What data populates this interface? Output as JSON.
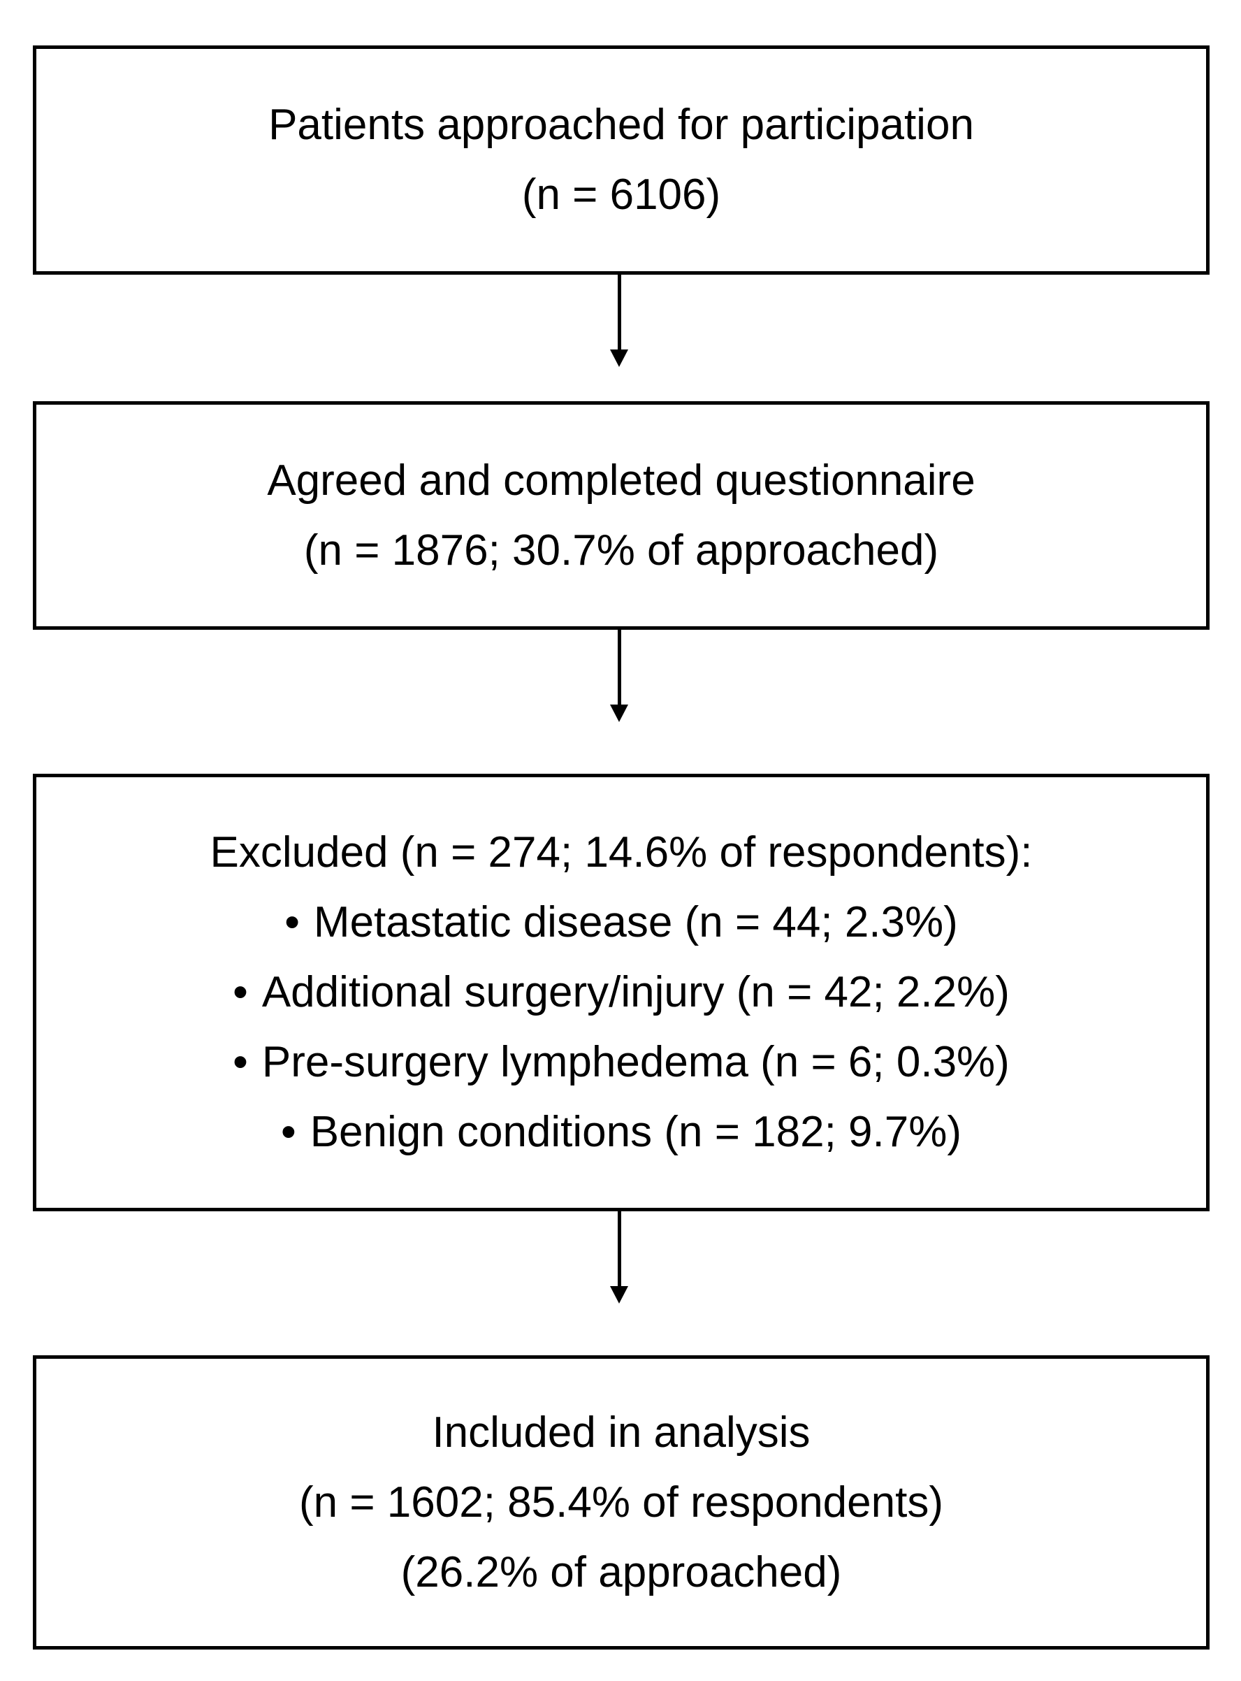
{
  "flowchart": {
    "colors": {
      "border": "#000000",
      "text": "#000000",
      "background": "#ffffff"
    },
    "bullet_glyph": "•",
    "boxes": [
      {
        "id": "approached",
        "lines": [
          "Patients approached for participation",
          "(n = 6106)"
        ]
      },
      {
        "id": "completed",
        "lines": [
          "Agreed and completed questionnaire",
          "(n = 1876; 30.7% of approached)"
        ]
      },
      {
        "id": "excluded",
        "heading": "Excluded (n = 274; 14.6% of respondents):",
        "bullets": [
          "Metastatic disease (n = 44; 2.3%)",
          "Additional surgery/injury (n = 42; 2.2%)",
          "Pre-surgery lymphedema (n = 6; 0.3%)",
          "Benign conditions (n = 182; 9.7%)"
        ]
      },
      {
        "id": "included",
        "lines": [
          "Included in analysis",
          "(n = 1602; 85.4% of respondents)",
          "(26.2% of approached)"
        ]
      }
    ]
  }
}
